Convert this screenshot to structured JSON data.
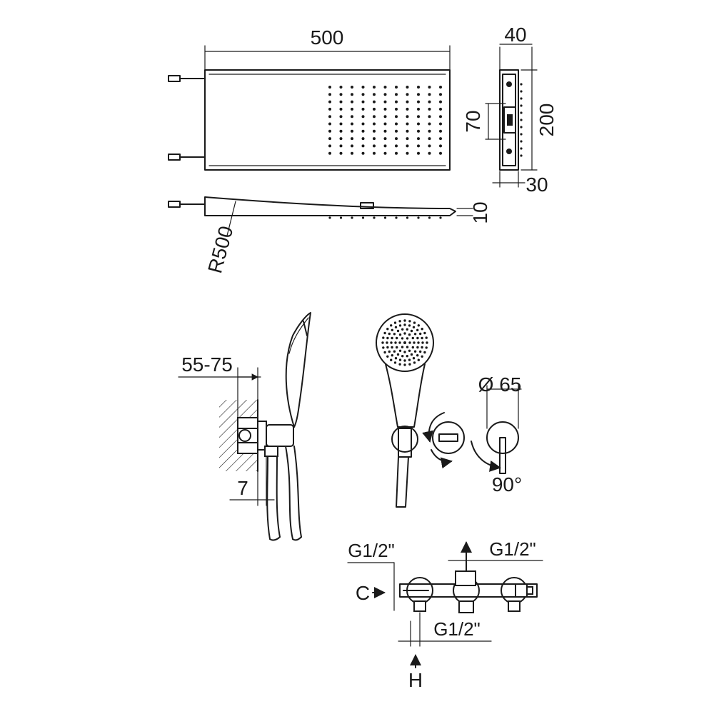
{
  "title": "",
  "dimensions": {
    "width_500": "500",
    "depth_40": "40",
    "height_200": "200",
    "inlet_70": "70",
    "base_30": "30",
    "thickness_10": "10",
    "radius": "R500",
    "wall_range": "55-75",
    "wall_offset": "7",
    "rosette_dia": "Ø 65",
    "rotation": "90°"
  },
  "connections": {
    "left_top": "G1/2\"",
    "right_top": "G1/2\"",
    "bottom": "G1/2\"",
    "cold": "C",
    "hot": "H"
  },
  "colors": {
    "line": "#1a1a1a",
    "background": "#ffffff"
  }
}
